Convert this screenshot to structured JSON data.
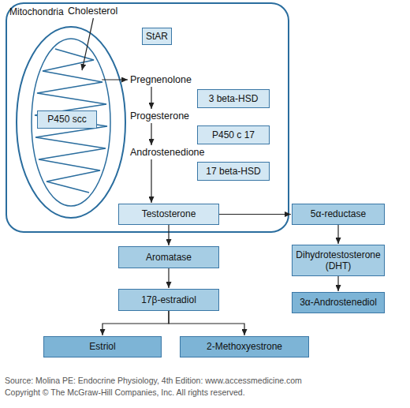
{
  "diagram": {
    "nodes": [
      {
        "text": [
          "Mitochondria"
        ]
      },
      {
        "text": [
          "Cholesterol"
        ]
      },
      {
        "text": [
          "StAR"
        ]
      },
      {
        "text": [
          "P450 scc"
        ],
        "in": 0
      },
      {
        "text": [
          "Pregnenolone"
        ]
      },
      {
        "text": [
          "3 beta-HSD"
        ]
      },
      {
        "text": [
          "Progesterone"
        ]
      },
      {
        "text": [
          "P450 c 17"
        ]
      },
      {
        "text": [
          "Androstenedione"
        ]
      },
      {
        "text": [
          "17 beta-HSD"
        ]
      },
      {
        "text": [
          "Testosterone"
        ]
      },
      {
        "text": [
          "5α-reductase"
        ]
      },
      {
        "text": [
          "Aromatase"
        ]
      },
      {
        "text": [
          "Dihydrotestosterone (DHT)"
        ]
      },
      {
        "text": [
          "17β-estradiol"
        ]
      },
      {
        "text": [
          "3α-Androstenediol"
        ]
      },
      {
        "text": [
          "Estriol"
        ]
      },
      {
        "text": [
          "2-Methoxyestrone"
        ]
      }
    ],
    "edges": [
      {
        "from": 1,
        "to": 0,
        "arrow": "to"
      },
      {
        "from": 0,
        "to": 4,
        "arrow": "to"
      },
      {
        "from": 4,
        "to": 6,
        "arrow": "to"
      },
      {
        "from": 6,
        "to": 8,
        "arrow": "to"
      },
      {
        "from": 8,
        "to": 10,
        "arrow": "to"
      },
      {
        "from": 10,
        "to": 11,
        "arrow": "to"
      },
      {
        "from": 10,
        "to": 12,
        "arrow": "to"
      },
      {
        "from": 12,
        "to": 14,
        "arrow": "to"
      },
      {
        "from": 11,
        "to": 13,
        "arrow": "to"
      },
      {
        "from": 13,
        "to": 15,
        "arrow": "to"
      },
      {
        "from": 14,
        "to": 16,
        "arrow": "to"
      },
      {
        "from": 14,
        "to": 17,
        "arrow": "to"
      }
    ],
    "labels": [
      "Source: Molina PE: Endocrine Physiology, 4th Edition: www.accessmedicine.com",
      "Copyright © The McGraw-Hill Companies, Inc. All rights reserved."
    ]
  }
}
